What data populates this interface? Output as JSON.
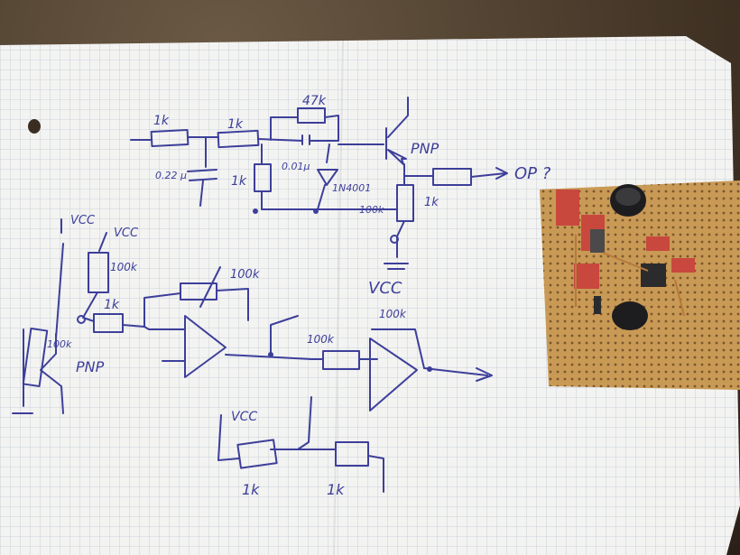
{
  "photo": {
    "subject": "hand-drawn-circuit-and-stripboard",
    "ink_color": "#3d3f9a",
    "paper_color": "#f4f4f2",
    "board_color": "#c99a55"
  },
  "labels": {
    "r1": "1k",
    "r2": "1k",
    "r3": "1k",
    "r4": "47k",
    "r5": "1k",
    "r6": "100k",
    "r7": "1k",
    "r8": "100k",
    "r9": "100k",
    "r10": "100k",
    "r11": "1k",
    "r12": "1k",
    "r13": "100k",
    "r14": "100k",
    "c1": "0.22 μ",
    "c2": "0.01μ",
    "d1": "1N4001",
    "q1": "PNP",
    "q2": "PNP",
    "out": "OP ?",
    "vcc": "VCC",
    "vcc2": "VCC",
    "vcc3": "VCC",
    "vcc4": "VCC"
  }
}
